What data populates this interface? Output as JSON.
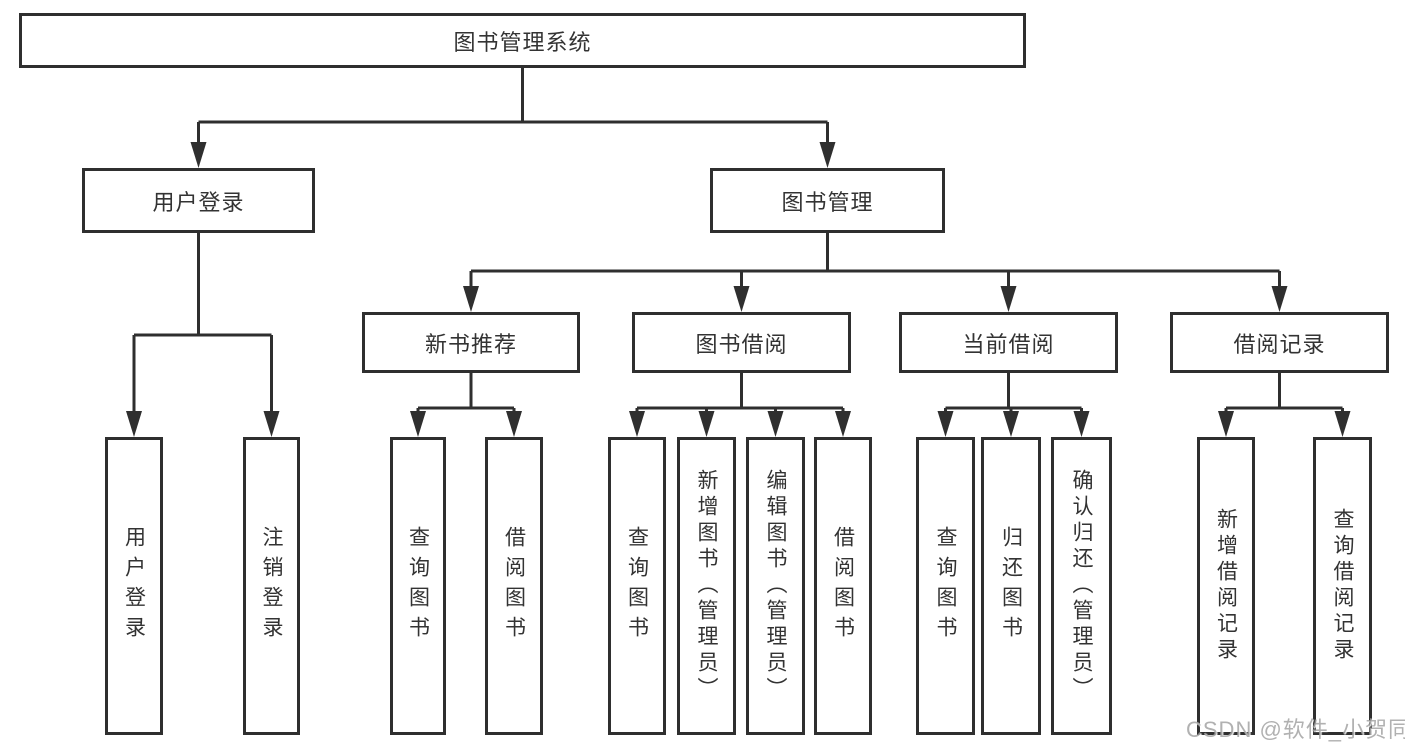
{
  "page": {
    "background_color": "#ffffff",
    "line_color": "#2f2f2f",
    "text_color": "#333333"
  },
  "watermark": {
    "text": "CSDN @软件_小贺同学",
    "color": "#9e9e9e"
  },
  "tree": {
    "root": {
      "label": "图书管理系统"
    },
    "level1": [
      {
        "label": "用户登录"
      },
      {
        "label": "图书管理"
      }
    ],
    "level2": [
      {
        "label": "新书推荐"
      },
      {
        "label": "图书借阅"
      },
      {
        "label": "当前借阅"
      },
      {
        "label": "借阅记录"
      }
    ],
    "leaves": {
      "user_login": [
        {
          "label": "用户登录"
        },
        {
          "label": "注销登录"
        }
      ],
      "new_books": [
        {
          "label": "查询图书"
        },
        {
          "label": "借阅图书"
        }
      ],
      "book_borrow": [
        {
          "label": "查询图书"
        },
        {
          "label": "新增图书（管理员）"
        },
        {
          "label": "编辑图书（管理员）"
        },
        {
          "label": "借阅图书"
        }
      ],
      "current_borrow": [
        {
          "label": "查询图书"
        },
        {
          "label": "归还图书"
        },
        {
          "label": "确认归还（管理员）"
        }
      ],
      "borrow_records": [
        {
          "label": "新增借阅记录"
        },
        {
          "label": "查询借阅记录"
        }
      ]
    }
  }
}
